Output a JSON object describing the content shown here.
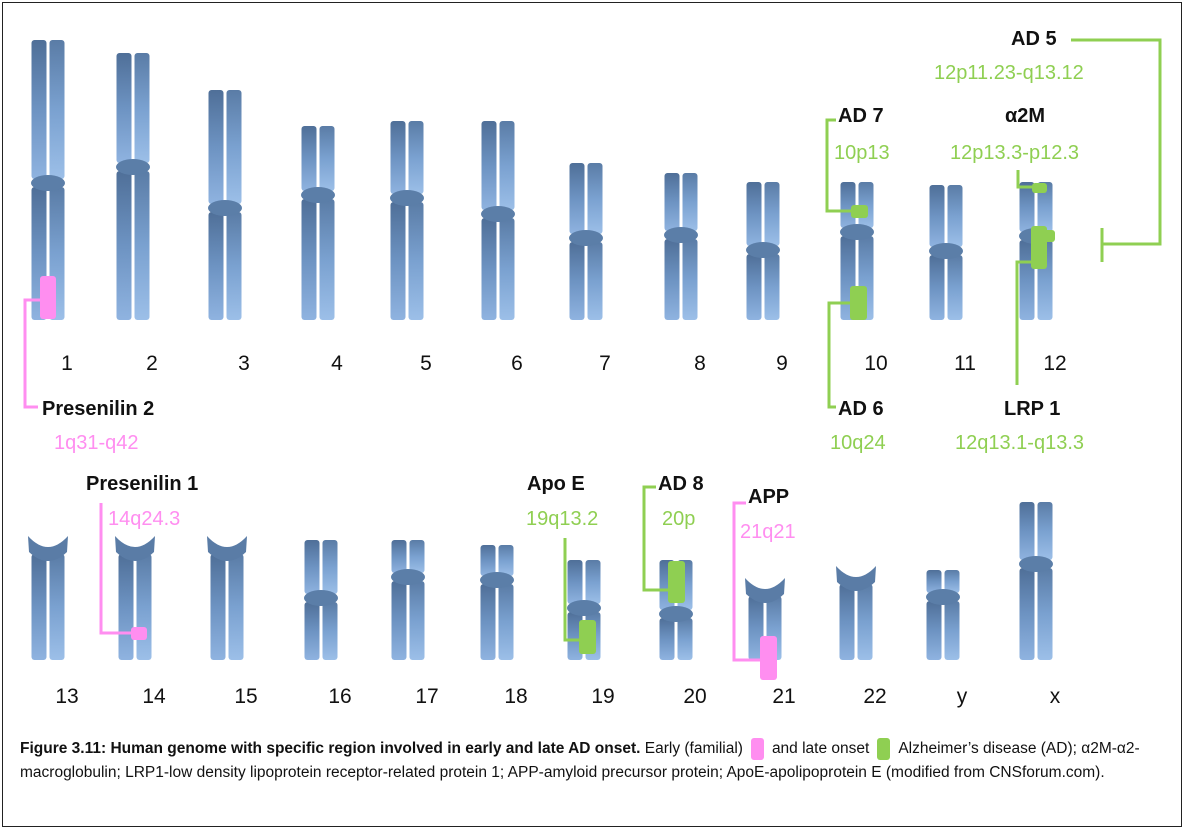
{
  "chromosome_labels": [
    "1",
    "2",
    "3",
    "4",
    "5",
    "6",
    "7",
    "8",
    "9",
    "10",
    "11",
    "12",
    "13",
    "14",
    "15",
    "16",
    "17",
    "18",
    "19",
    "20",
    "21",
    "22",
    "y",
    "x"
  ],
  "genes": {
    "ad5": {
      "name": "AD 5",
      "locus": "12p11.23-q13.12"
    },
    "ad7": {
      "name": "AD 7",
      "locus": "10p13"
    },
    "a2m": {
      "name": "α2M",
      "locus": "12p13.3-p12.3"
    },
    "presenilin2": {
      "name": "Presenilin 2",
      "locus": "1q31-q42"
    },
    "ad6": {
      "name": "AD 6",
      "locus": "10q24"
    },
    "lrp1": {
      "name": "LRP 1",
      "locus": "12q13.1-q13.3"
    },
    "presenilin1": {
      "name": "Presenilin 1",
      "locus": "14q24.3"
    },
    "apoe": {
      "name": "Apo E",
      "locus": "19q13.2"
    },
    "ad8": {
      "name": "AD 8",
      "locus": "20p"
    },
    "app": {
      "name": "APP",
      "locus": "21q21"
    }
  },
  "caption": {
    "title": "Figure 3.11: Human genome with specific region involved in early and late AD onset.",
    "text1": "Early (familial)",
    "text2": "and late onset",
    "text3": "Alzheimer’s disease (AD); α2M-α2-macroglobulin; LRP1-low density lipoprotein receptor-related protein 1; APP-amyloid precursor protein; ApoE-apolipoprotein E (modified from CNSforum.com)."
  },
  "colors": {
    "early_onset": "#ff8ef0",
    "late_onset": "#8fcf52",
    "chromosome": "#6f97c4"
  }
}
